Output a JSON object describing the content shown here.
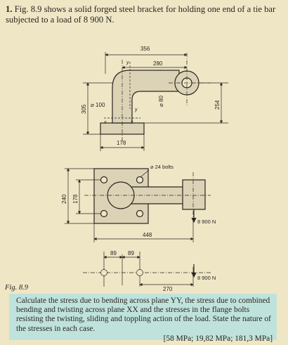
{
  "problem": {
    "number": "1.",
    "text": "Fig. 8.9 shows a solid forged steel bracket for holding one end of a tie bar subjected to a load of 8 900 N."
  },
  "figure": {
    "label": "Fig. 8.9",
    "dims": {
      "d356": "356",
      "d280": "280",
      "d305": "305",
      "d254": "254",
      "dia100": "⌀ 100",
      "dia80": "⌀ 80",
      "d178_top": "178",
      "bolts": "⌀ 24 bolts",
      "d240": "240",
      "d178_side": "178",
      "d448": "448",
      "d89a": "89",
      "d89b": "89",
      "d270": "270",
      "load1": "8 900 N",
      "load2": "8 900 N",
      "sec_y_top": "y",
      "sec_y_mid": "y",
      "sec_x1": "x",
      "sec_x2": "x"
    }
  },
  "question": {
    "text": "Calculate the stress due to bending across plane YY, the stress due to combined bending and twisting across plane XX and the stresses in the flange bolts resisting the twisting, sliding and toppling action of the load. State the nature of the stresses in each case.",
    "answer": "[58 MPa; 19,82 MPa; 181,3 MPa]"
  },
  "colors": {
    "page_bg": "#efe6c6",
    "answer_box": "#bfe3dc",
    "part_fill": "#dcd2b6",
    "ink": "#2a2620"
  }
}
